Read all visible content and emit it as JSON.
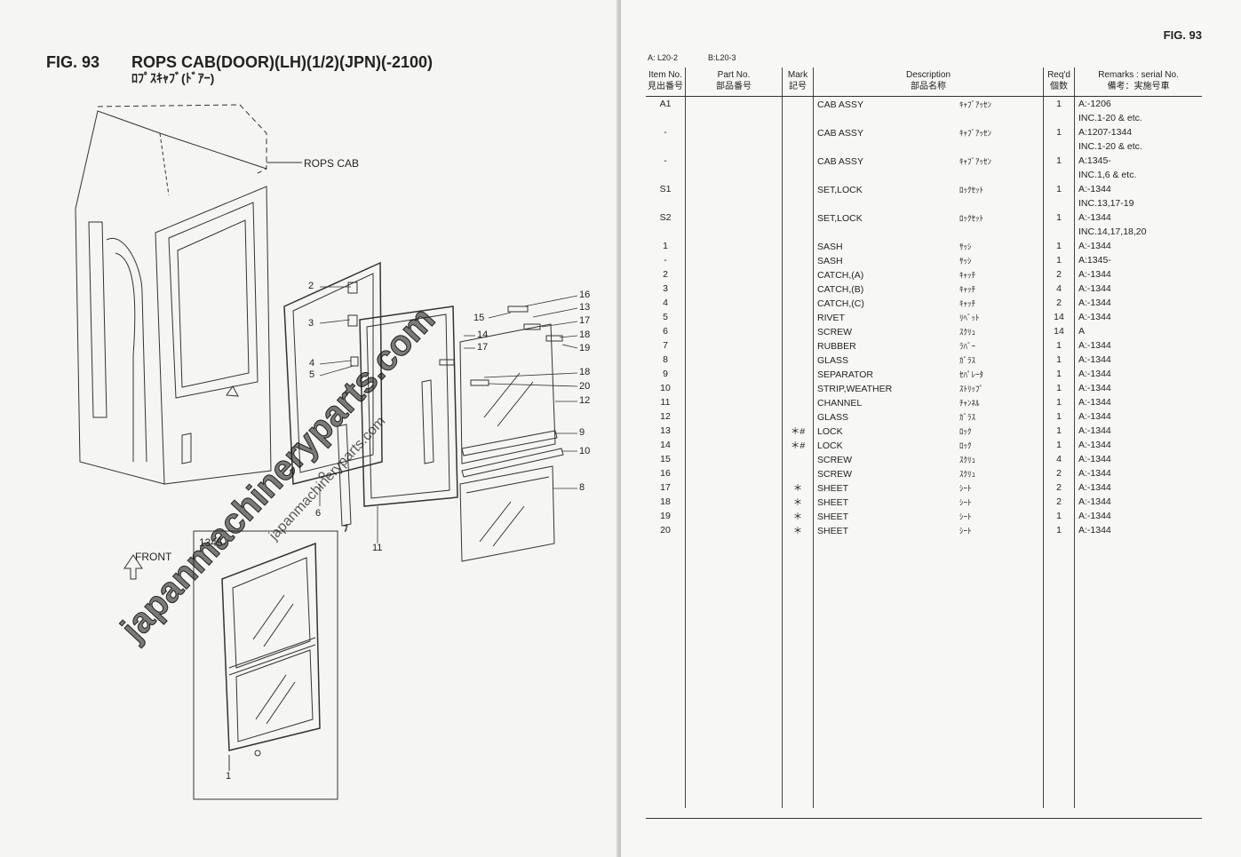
{
  "left_page": {
    "fig_label": "FIG. 93",
    "fig_title": "ROPS CAB(DOOR)(LH)(1/2)(JPN)(-2100)",
    "fig_subtitle": "ﾛﾌﾟｽｷｬﾌﾞ(ﾄﾞｱｰ)",
    "rops_cab_label": "ROPS CAB",
    "front_label": "FRONT",
    "inset_label": "1345-",
    "watermark_large": "japanmachineryparts.com",
    "watermark_small": "japanmachineryparts.com",
    "callouts": [
      "2",
      "3",
      "4",
      "5",
      "6",
      "7",
      "11",
      "15",
      "14",
      "17",
      "16",
      "13",
      "17",
      "18",
      "19",
      "18",
      "20",
      "12",
      "9",
      "10",
      "8",
      "1"
    ]
  },
  "right_page": {
    "fig_label": "FIG. 93",
    "cat_a": "A: L20-2",
    "cat_b": "B:L20-3",
    "headers": {
      "item_en": "Item No.",
      "item_jp": "見出番号",
      "part_en": "Part No.",
      "part_jp": "部品番号",
      "mark_en": "Mark",
      "mark_jp": "記号",
      "desc_en": "Description",
      "desc_jp": "部品名称",
      "req_en": "Req'd",
      "req_jp": "個数",
      "remarks_en": "Remarks : serial No.",
      "remarks_jp": "備考：実施号車"
    },
    "rows": [
      {
        "item": "A1",
        "part": "",
        "mark": "",
        "desc": "CAB ASSY",
        "desc_jp": "ｷｬﾌﾞｱｯｾﾝ",
        "req": "1",
        "remarks": "A:-1206"
      },
      {
        "item": "",
        "part": "",
        "mark": "",
        "desc": "",
        "desc_jp": "",
        "req": "",
        "remarks": "INC.1-20 & etc."
      },
      {
        "item": "-",
        "part": "",
        "mark": "",
        "desc": "CAB ASSY",
        "desc_jp": "ｷｬﾌﾞｱｯｾﾝ",
        "req": "1",
        "remarks": "A:1207-1344"
      },
      {
        "item": "",
        "part": "",
        "mark": "",
        "desc": "",
        "desc_jp": "",
        "req": "",
        "remarks": "INC.1-20 & etc."
      },
      {
        "item": "-",
        "part": "",
        "mark": "",
        "desc": "CAB ASSY",
        "desc_jp": "ｷｬﾌﾞｱｯｾﾝ",
        "req": "1",
        "remarks": "A:1345-"
      },
      {
        "item": "",
        "part": "",
        "mark": "",
        "desc": "",
        "desc_jp": "",
        "req": "",
        "remarks": "INC.1,6 & etc."
      },
      {
        "item": "S1",
        "part": "",
        "mark": "",
        "desc": "SET,LOCK",
        "desc_jp": "ﾛｯｸｾｯﾄ",
        "req": "1",
        "remarks": "A:-1344"
      },
      {
        "item": "",
        "part": "",
        "mark": "",
        "desc": "",
        "desc_jp": "",
        "req": "",
        "remarks": "INC.13,17-19"
      },
      {
        "item": "S2",
        "part": "",
        "mark": "",
        "desc": "SET,LOCK",
        "desc_jp": "ﾛｯｸｾｯﾄ",
        "req": "1",
        "remarks": "A:-1344"
      },
      {
        "item": "",
        "part": "",
        "mark": "",
        "desc": "",
        "desc_jp": "",
        "req": "",
        "remarks": "INC.14,17,18,20"
      },
      {
        "item": "1",
        "part": "",
        "mark": "",
        "desc": "SASH",
        "desc_jp": "ｻｯｼ",
        "req": "1",
        "remarks": "A:-1344"
      },
      {
        "item": "-",
        "part": "",
        "mark": "",
        "desc": "SASH",
        "desc_jp": "ｻｯｼ",
        "req": "1",
        "remarks": "A:1345-"
      },
      {
        "item": "2",
        "part": "",
        "mark": "",
        "desc": "CATCH,(A)",
        "desc_jp": "ｷｬｯﾁ",
        "req": "2",
        "remarks": "A:-1344"
      },
      {
        "item": "3",
        "part": "",
        "mark": "",
        "desc": "CATCH,(B)",
        "desc_jp": "ｷｬｯﾁ",
        "req": "4",
        "remarks": "A:-1344"
      },
      {
        "item": "4",
        "part": "",
        "mark": "",
        "desc": "CATCH,(C)",
        "desc_jp": "ｷｬｯﾁ",
        "req": "2",
        "remarks": "A:-1344"
      },
      {
        "item": "5",
        "part": "",
        "mark": "",
        "desc": "RIVET",
        "desc_jp": "ﾘﾍﾞｯﾄ",
        "req": "14",
        "remarks": "A:-1344"
      },
      {
        "item": "6",
        "part": "",
        "mark": "",
        "desc": "SCREW",
        "desc_jp": "ｽｸﾘｭ",
        "req": "14",
        "remarks": "A"
      },
      {
        "item": "7",
        "part": "",
        "mark": "",
        "desc": "RUBBER",
        "desc_jp": "ﾗﾊﾞｰ",
        "req": "1",
        "remarks": "A:-1344"
      },
      {
        "item": "8",
        "part": "",
        "mark": "",
        "desc": "GLASS",
        "desc_jp": "ｶﾞﾗｽ",
        "req": "1",
        "remarks": "A:-1344"
      },
      {
        "item": "9",
        "part": "",
        "mark": "",
        "desc": "SEPARATOR",
        "desc_jp": "ｾﾊﾟﾚｰﾀ",
        "req": "1",
        "remarks": "A:-1344"
      },
      {
        "item": "10",
        "part": "",
        "mark": "",
        "desc": "STRIP,WEATHER",
        "desc_jp": "ｽﾄﾘｯﾌﾟ",
        "req": "1",
        "remarks": "A:-1344"
      },
      {
        "item": "11",
        "part": "",
        "mark": "",
        "desc": "CHANNEL",
        "desc_jp": "ﾁｬﾝﾈﾙ",
        "req": "1",
        "remarks": "A:-1344"
      },
      {
        "item": "12",
        "part": "",
        "mark": "",
        "desc": "GLASS",
        "desc_jp": "ｶﾞﾗｽ",
        "req": "1",
        "remarks": "A:-1344"
      },
      {
        "item": "13",
        "part": "",
        "mark": "＊#",
        "desc": "LOCK",
        "desc_jp": "ﾛｯｸ",
        "req": "1",
        "remarks": "A:-1344"
      },
      {
        "item": "14",
        "part": "",
        "mark": "＊#",
        "desc": "LOCK",
        "desc_jp": "ﾛｯｸ",
        "req": "1",
        "remarks": "A:-1344"
      },
      {
        "item": "15",
        "part": "",
        "mark": "",
        "desc": "SCREW",
        "desc_jp": "ｽｸﾘｭ",
        "req": "4",
        "remarks": "A:-1344"
      },
      {
        "item": "16",
        "part": "",
        "mark": "",
        "desc": "SCREW",
        "desc_jp": "ｽｸﾘｭ",
        "req": "2",
        "remarks": "A:-1344"
      },
      {
        "item": "17",
        "part": "",
        "mark": "＊",
        "desc": "SHEET",
        "desc_jp": "ｼｰﾄ",
        "req": "2",
        "remarks": "A:-1344"
      },
      {
        "item": "18",
        "part": "",
        "mark": "＊",
        "desc": "SHEET",
        "desc_jp": "ｼｰﾄ",
        "req": "2",
        "remarks": "A:-1344"
      },
      {
        "item": "19",
        "part": "",
        "mark": "＊",
        "desc": "SHEET",
        "desc_jp": "ｼｰﾄ",
        "req": "1",
        "remarks": "A:-1344"
      },
      {
        "item": "20",
        "part": "",
        "mark": "＊",
        "desc": "SHEET",
        "desc_jp": "ｼｰﾄ",
        "req": "1",
        "remarks": "A:-1344"
      }
    ]
  }
}
